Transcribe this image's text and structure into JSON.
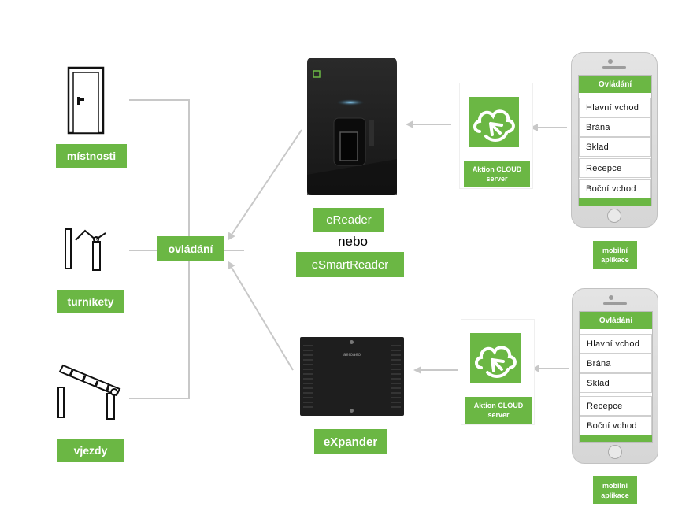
{
  "left_labels": {
    "room": "místnosti",
    "turnstile": "turnikety",
    "entry": "vjezdy"
  },
  "hub_label": "ovládání",
  "devices": {
    "ereader": "eReader",
    "or_text": "nebo",
    "esmartreader": "eSmartReader",
    "expander": "eXpander",
    "expander_brand": "aeroaeo"
  },
  "cloud": {
    "line1": "Aktion CLOUD",
    "line2": "server"
  },
  "phone": {
    "header": "Ovládání",
    "items": [
      "Hlavní vchod",
      "Brána",
      "Sklad",
      "Recepce",
      "Boční vchod"
    ],
    "caption_line1": "mobilní",
    "caption_line2": "aplikace"
  },
  "colors": {
    "accent": "#6bb744",
    "connector": "#c8c8c8",
    "device": "#1e1e1e"
  }
}
